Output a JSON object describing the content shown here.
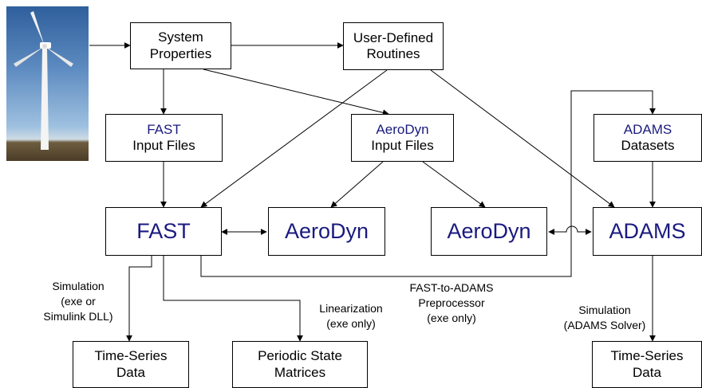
{
  "colors": {
    "accent": "#1a1a80",
    "line": "#000000"
  },
  "photo": {
    "icon": "wind-turbine-icon"
  },
  "boxes": {
    "system_properties": [
      "System",
      "Properties"
    ],
    "user_defined_routines": [
      "User-Defined",
      "Routines"
    ],
    "fast_input_files": [
      "FAST",
      "Input Files"
    ],
    "aerodyn_input_files": [
      "AeroDyn",
      "Input Files"
    ],
    "adams_datasets": [
      "ADAMS",
      "Datasets"
    ],
    "fast": "FAST",
    "aerodyn_left": "AeroDyn",
    "aerodyn_right": "AeroDyn",
    "adams": "ADAMS",
    "time_series_left": [
      "Time-Series",
      "Data"
    ],
    "periodic_state_matrices": [
      "Periodic State",
      "Matrices"
    ],
    "time_series_right": [
      "Time-Series",
      "Data"
    ]
  },
  "notes": {
    "simulation_left": [
      "Simulation",
      "(exe or",
      "Simulink DLL)"
    ],
    "linearization": [
      "Linearization",
      "(exe only)"
    ],
    "preprocessor": [
      "FAST-to-ADAMS",
      "Preprocessor",
      "(exe only)"
    ],
    "simulation_right": [
      "Simulation",
      "(ADAMS Solver)"
    ]
  }
}
